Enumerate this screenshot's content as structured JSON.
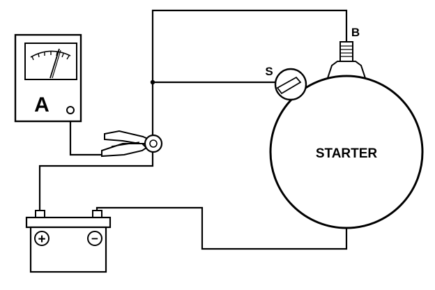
{
  "ammeter": {
    "label": "A"
  },
  "starter": {
    "label": "STARTER",
    "terminal_b_label": "B",
    "terminal_s_label": "S"
  },
  "battery": {
    "positive_symbol": "+",
    "negative_symbol": "−"
  },
  "colors": {
    "ink": "#000000",
    "background": "#ffffff"
  }
}
